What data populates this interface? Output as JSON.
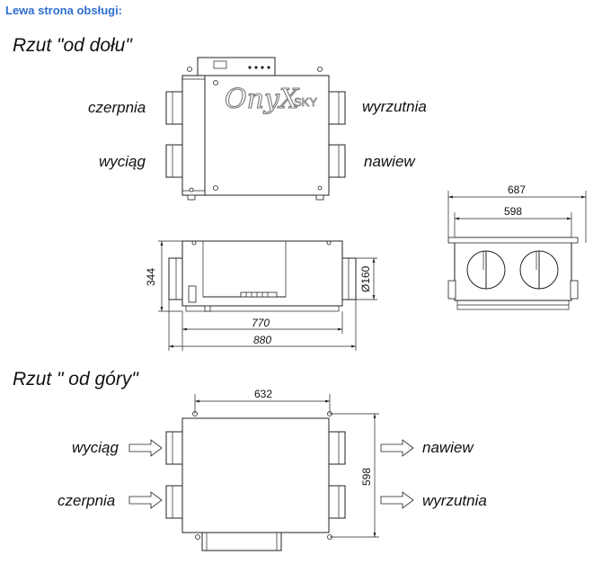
{
  "header": "Lewa strona obsługi:",
  "bottom_view": {
    "title": "Rzut \"od dołu\"",
    "brand": "OnyX",
    "brand_suffix": "SKY",
    "labels": {
      "top_left": "czerpnia",
      "bottom_left": "wyciąg",
      "top_right": "wyrzutnia",
      "bottom_right": "nawiew"
    }
  },
  "side_view": {
    "height": "344",
    "duct": "Ø160",
    "inner_length": "770",
    "total_length": "880"
  },
  "end_view": {
    "total_width": "687",
    "inner_width": "598"
  },
  "top_view": {
    "title": "Rzut \" od góry\"",
    "width": "632",
    "depth": "598",
    "labels": {
      "top_left": "wyciąg",
      "bottom_left": "czerpnia",
      "top_right": "nawiew",
      "bottom_right": "wyrzutnia"
    }
  }
}
